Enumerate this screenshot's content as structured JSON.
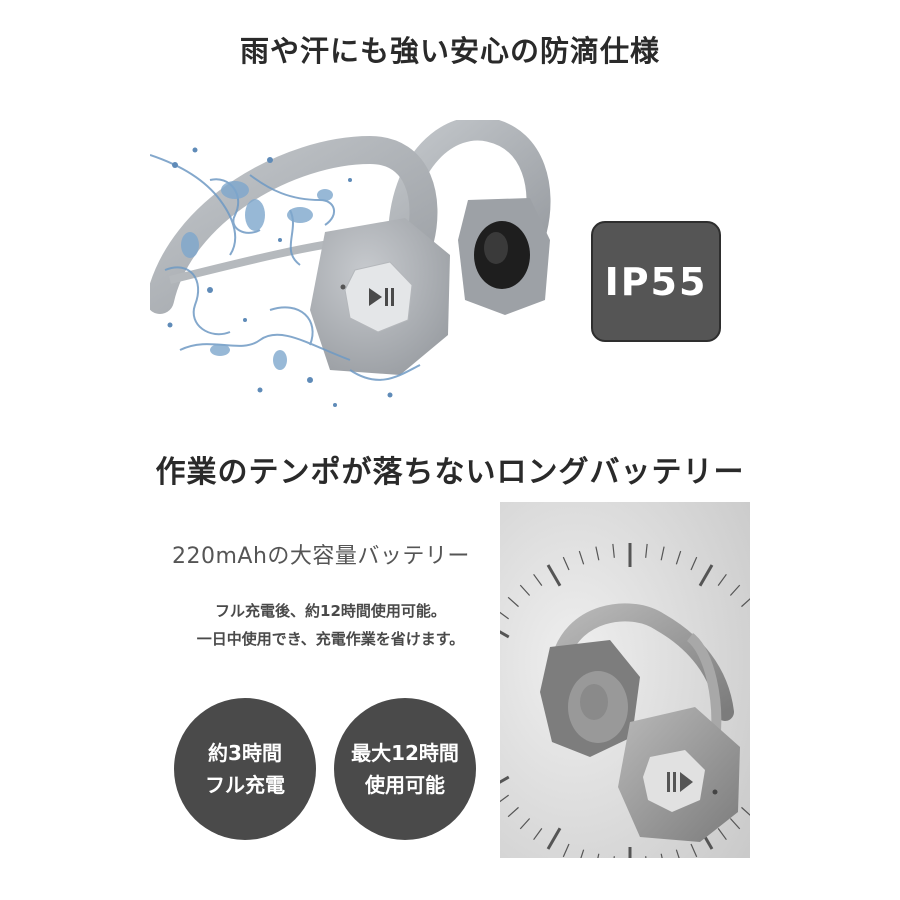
{
  "section_waterproof": {
    "heading": "雨や汗にも強い安心の防滴仕様",
    "badge": "IP55"
  },
  "section_battery": {
    "heading": "作業のテンポが落ちないロングバッテリー",
    "capacity": "220mAhの大容量バッテリー",
    "description_line1": "フル充電後、約12時間使用可能。",
    "description_line2": "一日中使用でき、充電作業を省けます。",
    "circle_1": {
      "line1": "約3時間",
      "line2": "フル充電"
    },
    "circle_2": {
      "line1": "最大12時間",
      "line2": "使用可能"
    }
  },
  "colors": {
    "badge_bg": "#555555",
    "circle_bg": "#4a4a4a",
    "headset_gray": "#a9adb1",
    "water_blue": "#6f9ac4"
  }
}
